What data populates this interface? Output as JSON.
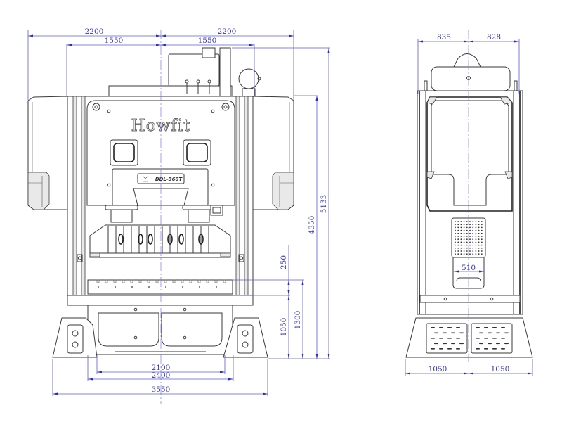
{
  "drawing": {
    "title": "Press machine front and side elevation",
    "brand_logo": "Howfit",
    "model_plate": "DDL-360T",
    "units": "mm",
    "line_color": "#3a3a3a",
    "dimension_color": "#3535c0"
  },
  "front_view": {
    "dimensions": {
      "top_half_width_left": "2200",
      "top_half_width_right": "2200",
      "frame_half_width_left": "1550",
      "frame_half_width_right": "1550",
      "bolster_width": "2100",
      "base_inner_width": "2400",
      "overall_base_width": "3550",
      "stroke": "250",
      "die_height_bottom": "1050",
      "table_height": "1300",
      "frame_height": "4350",
      "overall_height": "5133"
    }
  },
  "side_view": {
    "dimensions": {
      "top_left": "835",
      "top_right": "828",
      "opening_width": "510",
      "base_left": "1050",
      "base_right": "1050"
    }
  }
}
